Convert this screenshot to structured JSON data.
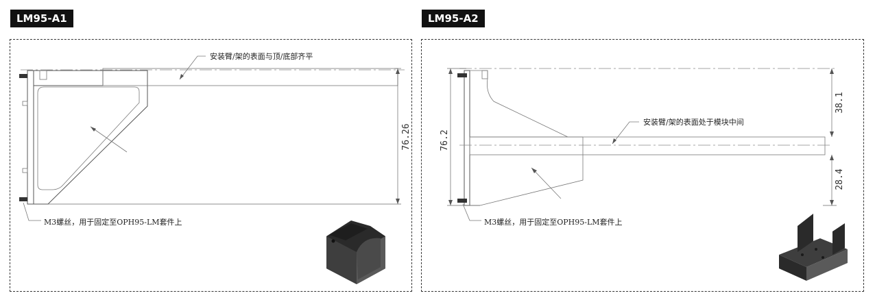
{
  "panels": [
    {
      "model": "LM95-A1",
      "note_top": "安装臂/架的表面与顶/底部齐平",
      "note_bottom": "M3螺丝，用于固定至OPH95-LM套件上",
      "dimension": "76.26"
    },
    {
      "model": "LM95-A2",
      "note_top": "安装臂/架的表面处于模块中间",
      "note_bottom": "M3螺丝，用于固定至OPH95-LM套件上",
      "dimension_total": "76.2",
      "dimension_upper": "38.1",
      "dimension_lower": "28.4"
    }
  ]
}
